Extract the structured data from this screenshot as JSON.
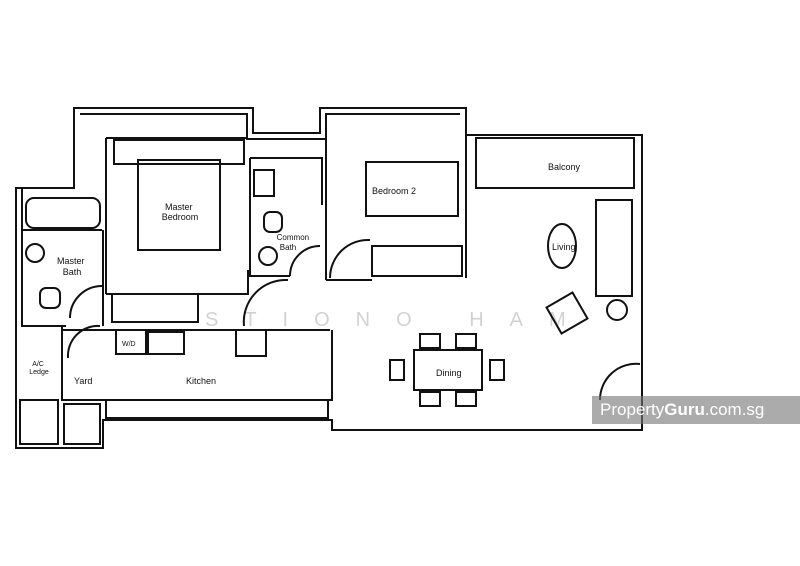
{
  "rooms": {
    "master_bedroom": "Master\nBedroom",
    "master_bath": "Master\nBath",
    "common_bath": "Common\nBath",
    "bedroom2": "Bedroom 2",
    "balcony": "Balcony",
    "living": "Living",
    "dining": "Dining",
    "kitchen": "Kitchen",
    "yard": "Yard",
    "ac_ledge": "A/C\nLedge",
    "wd": "W/D"
  },
  "watermark": {
    "brand_prefix": "Property",
    "brand_bold": "Guru",
    "domain": ".com.sg"
  },
  "faint_text": "STIONO HAM",
  "colors": {
    "wall": "#111111",
    "background": "#ffffff",
    "watermark_bg": "#787878"
  }
}
